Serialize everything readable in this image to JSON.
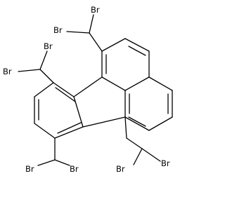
{
  "diagram": {
    "type": "chemical-structure",
    "atom_labels": {
      "top_left": "Br",
      "top_right": "Br",
      "upper_left_top": "Br",
      "upper_left_bottom": "Br",
      "bottom_left_a": "Br",
      "bottom_left_b": "Br",
      "bottom_right_a": "Br",
      "bottom_right_b": "Br"
    },
    "colors": {
      "line": "#000000",
      "background": "#ffffff"
    }
  }
}
